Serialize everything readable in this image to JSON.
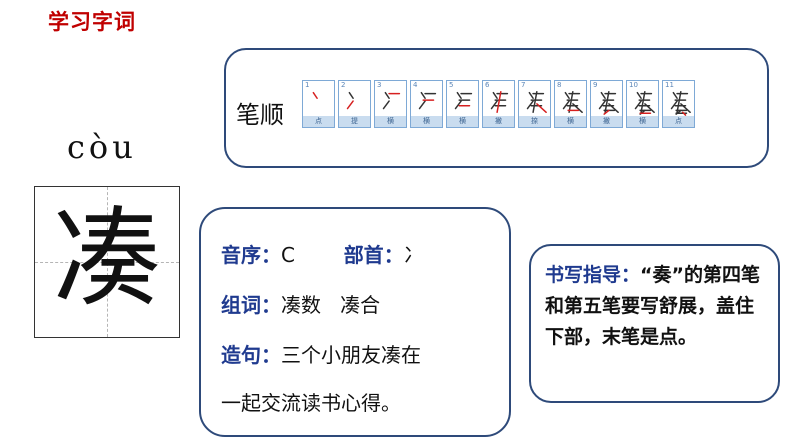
{
  "title": "学习字词",
  "stroke_order": {
    "label": "笔顺",
    "cells": [
      {
        "num": "1",
        "name": "点"
      },
      {
        "num": "2",
        "name": "提"
      },
      {
        "num": "3",
        "name": "横"
      },
      {
        "num": "4",
        "name": "横"
      },
      {
        "num": "5",
        "name": "横"
      },
      {
        "num": "6",
        "name": "撇"
      },
      {
        "num": "7",
        "name": "捺"
      },
      {
        "num": "8",
        "name": "横"
      },
      {
        "num": "9",
        "name": "撇"
      },
      {
        "num": "10",
        "name": "横"
      },
      {
        "num": "11",
        "name": "点"
      }
    ]
  },
  "pinyin": "còu",
  "character": "凑",
  "info": {
    "yinxu_label": "音序",
    "yinxu_value": "C",
    "bushou_label": "部首",
    "bushou_value": "冫",
    "zuci_label": "组词",
    "zuci_value": "凑数   凑合",
    "zaoju_label": "造句",
    "zaoju_value": "三个小朋友凑在",
    "zaoju_value2": "一起交流读书心得。"
  },
  "guide": {
    "label": "书写指导：",
    "text": "“奏”的第四笔和第五笔要写舒展，盖住下部，末笔是点。"
  }
}
